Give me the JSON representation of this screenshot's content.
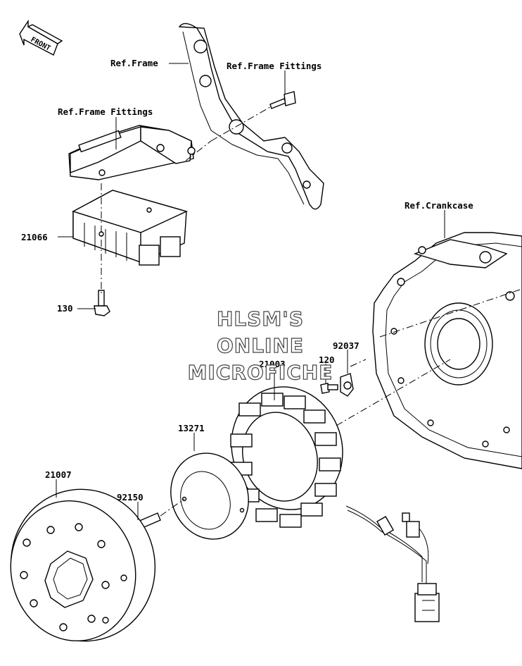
{
  "diagram": {
    "front_arrow": "FRONT",
    "labels": {
      "ref_frame": "Ref.Frame",
      "ref_frame_fittings_right": "Ref.Frame Fittings",
      "ref_frame_fittings_left": "Ref.Frame Fittings",
      "ref_crankcase": "Ref.Crankcase",
      "p21066": "21066",
      "p130": "130",
      "p92037": "92037",
      "p120": "120",
      "p21003": "21003",
      "p13271": "13271",
      "p21007": "21007",
      "p92150": "92150"
    },
    "watermark": {
      "line1": "HLSM'S",
      "line2": "ONLINE",
      "line3": "MICROFICHE"
    }
  }
}
